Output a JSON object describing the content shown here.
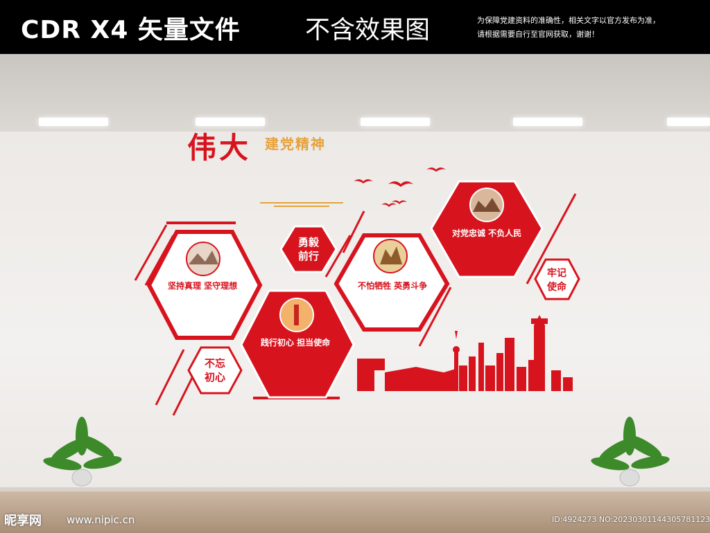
{
  "header": {
    "title": "CDR X4 矢量文件",
    "subtitle": "不含效果图",
    "note_line1": "为保障党建资料的准确性，相关文字以官方发布为准，",
    "note_line2": "请根据需要自行至官网获取，谢谢！"
  },
  "wall": {
    "title_big": "伟大",
    "title_sub": "建党精神",
    "hexes": [
      {
        "text": "坚持真理  坚守理想"
      },
      {
        "text": "践行初心  担当使命"
      },
      {
        "text": "不怕牺牲  英勇斗争"
      },
      {
        "text": "对党忠诚  不负人民"
      }
    ],
    "small_hexes": [
      {
        "line1": "勇毅",
        "line2": "前行"
      },
      {
        "line1": "不忘",
        "line2": "初心"
      },
      {
        "line1": "牢记",
        "line2": "使命"
      }
    ]
  },
  "footer": {
    "site": "昵享网",
    "url": "www.nipic.cn",
    "id_line": "ID:4924273 NO:20230301144305781123"
  },
  "colors": {
    "accent": "#d7141e",
    "gold": "#e6a23c",
    "bar": "#000000"
  }
}
